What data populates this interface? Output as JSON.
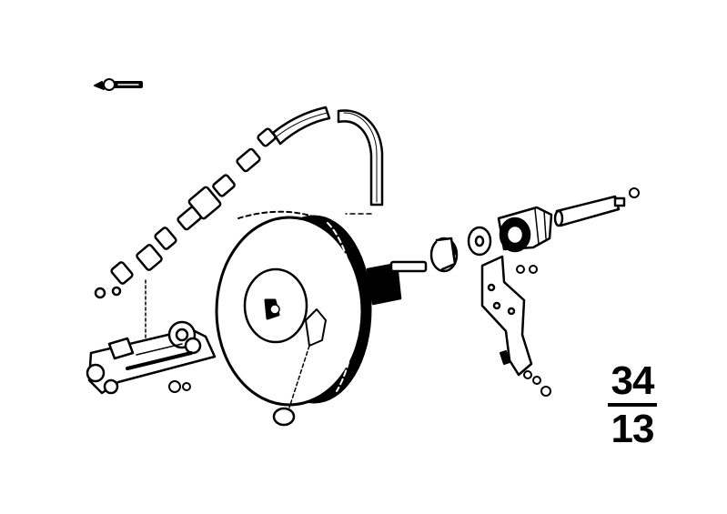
{
  "page_number": {
    "top": "34",
    "bottom": "13"
  },
  "parts": [
    "key-icon",
    "vacuum-hose",
    "hose-connectors",
    "check-valve",
    "master-cylinder",
    "brake-booster",
    "o-ring-seal",
    "booster-push-rod",
    "grommet",
    "washer",
    "rubber-boot",
    "clevis-pin",
    "mounting-bracket",
    "bolts-and-nuts"
  ],
  "colors": {
    "ink": "#000000",
    "paper": "#ffffff"
  }
}
